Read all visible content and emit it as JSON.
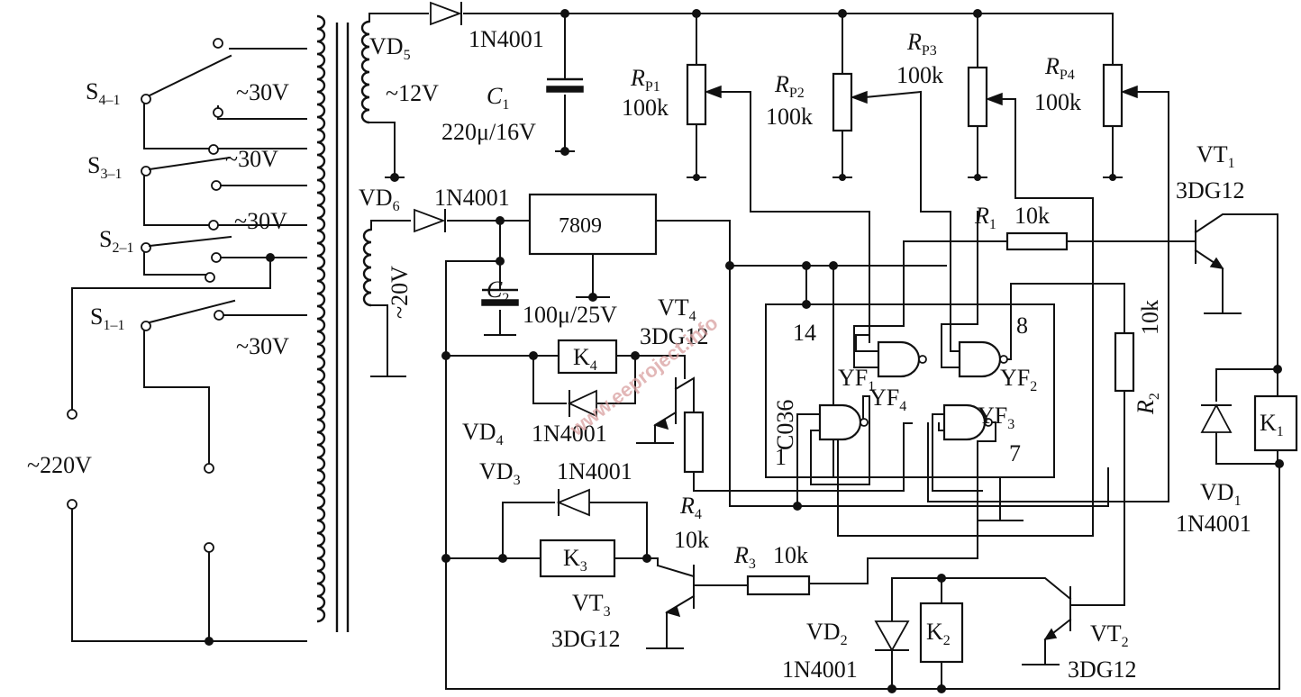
{
  "labels": {
    "vd5": "VD",
    "vd5_sub": "5",
    "vd5_part": "1N4001",
    "v12": "~12V",
    "c1": "C",
    "c1_sub": "1",
    "c1_val": "220μ/16V",
    "rp1": "R",
    "rp1_sub": "P1",
    "rp1_val": "100k",
    "rp2": "R",
    "rp2_sub": "P2",
    "rp2_val": "100k",
    "rp3": "R",
    "rp3_sub": "P3",
    "rp3_val": "100k",
    "rp4": "R",
    "rp4_sub": "P4",
    "rp4_val": "100k",
    "vt1": "VT",
    "vt1_sub": "1",
    "vt1_part": "3DG12",
    "s4": "S",
    "s4_sub": "4–1",
    "s3": "S",
    "s3_sub": "3–1",
    "s2": "S",
    "s2_sub": "2–1",
    "s1": "S",
    "s1_sub": "1–1",
    "v30a": "~30V",
    "v30b": "~30V",
    "v30c": "~30V",
    "v30d": "~30V",
    "v220": "~220V",
    "vd6": "VD",
    "vd6_sub": "6",
    "vd6_part": "1N4001",
    "v20": "~20V",
    "reg": "7809",
    "c2": "C",
    "c2_sub": "2",
    "c2_val": "100μ/25V",
    "r1": "R",
    "r1_sub": "1",
    "r1_val": "10k",
    "r2": "R",
    "r2_sub": "2",
    "r2_val": "10k",
    "vt4": "VT",
    "vt4_sub": "4",
    "vt4_part": "3DG12",
    "k4": "K",
    "k4_sub": "4",
    "vd4": "VD",
    "vd4_sub": "4",
    "vd4_part": "1N4001",
    "vd3": "VD",
    "vd3_sub": "3",
    "vd3_part": "1N4001",
    "k3": "K",
    "k3_sub": "3",
    "r4": "R",
    "r4_sub": "4",
    "r4_val": "10k",
    "r3": "R",
    "r3_sub": "3",
    "r3_val": "10k",
    "vt3": "VT",
    "vt3_sub": "3",
    "vt3_part": "3DG12",
    "ic": "C036",
    "pin14": "14",
    "pin8": "8",
    "pin1": "1",
    "pin7": "7",
    "yf1": "YF",
    "yf1_sub": "1",
    "yf2": "YF",
    "yf2_sub": "2",
    "yf3": "YF",
    "yf3_sub": "3",
    "yf4": "YF",
    "yf4_sub": "4",
    "k1": "K",
    "k1_sub": "1",
    "vd1": "VD",
    "vd1_sub": "1",
    "vd1_part": "1N4001",
    "k2": "K",
    "k2_sub": "2",
    "vd2": "VD",
    "vd2_sub": "2",
    "vd2_part": "1N4001",
    "vt2": "VT",
    "vt2_sub": "2",
    "vt2_part": "3DG12",
    "watermark": "www.eeproject.info"
  }
}
